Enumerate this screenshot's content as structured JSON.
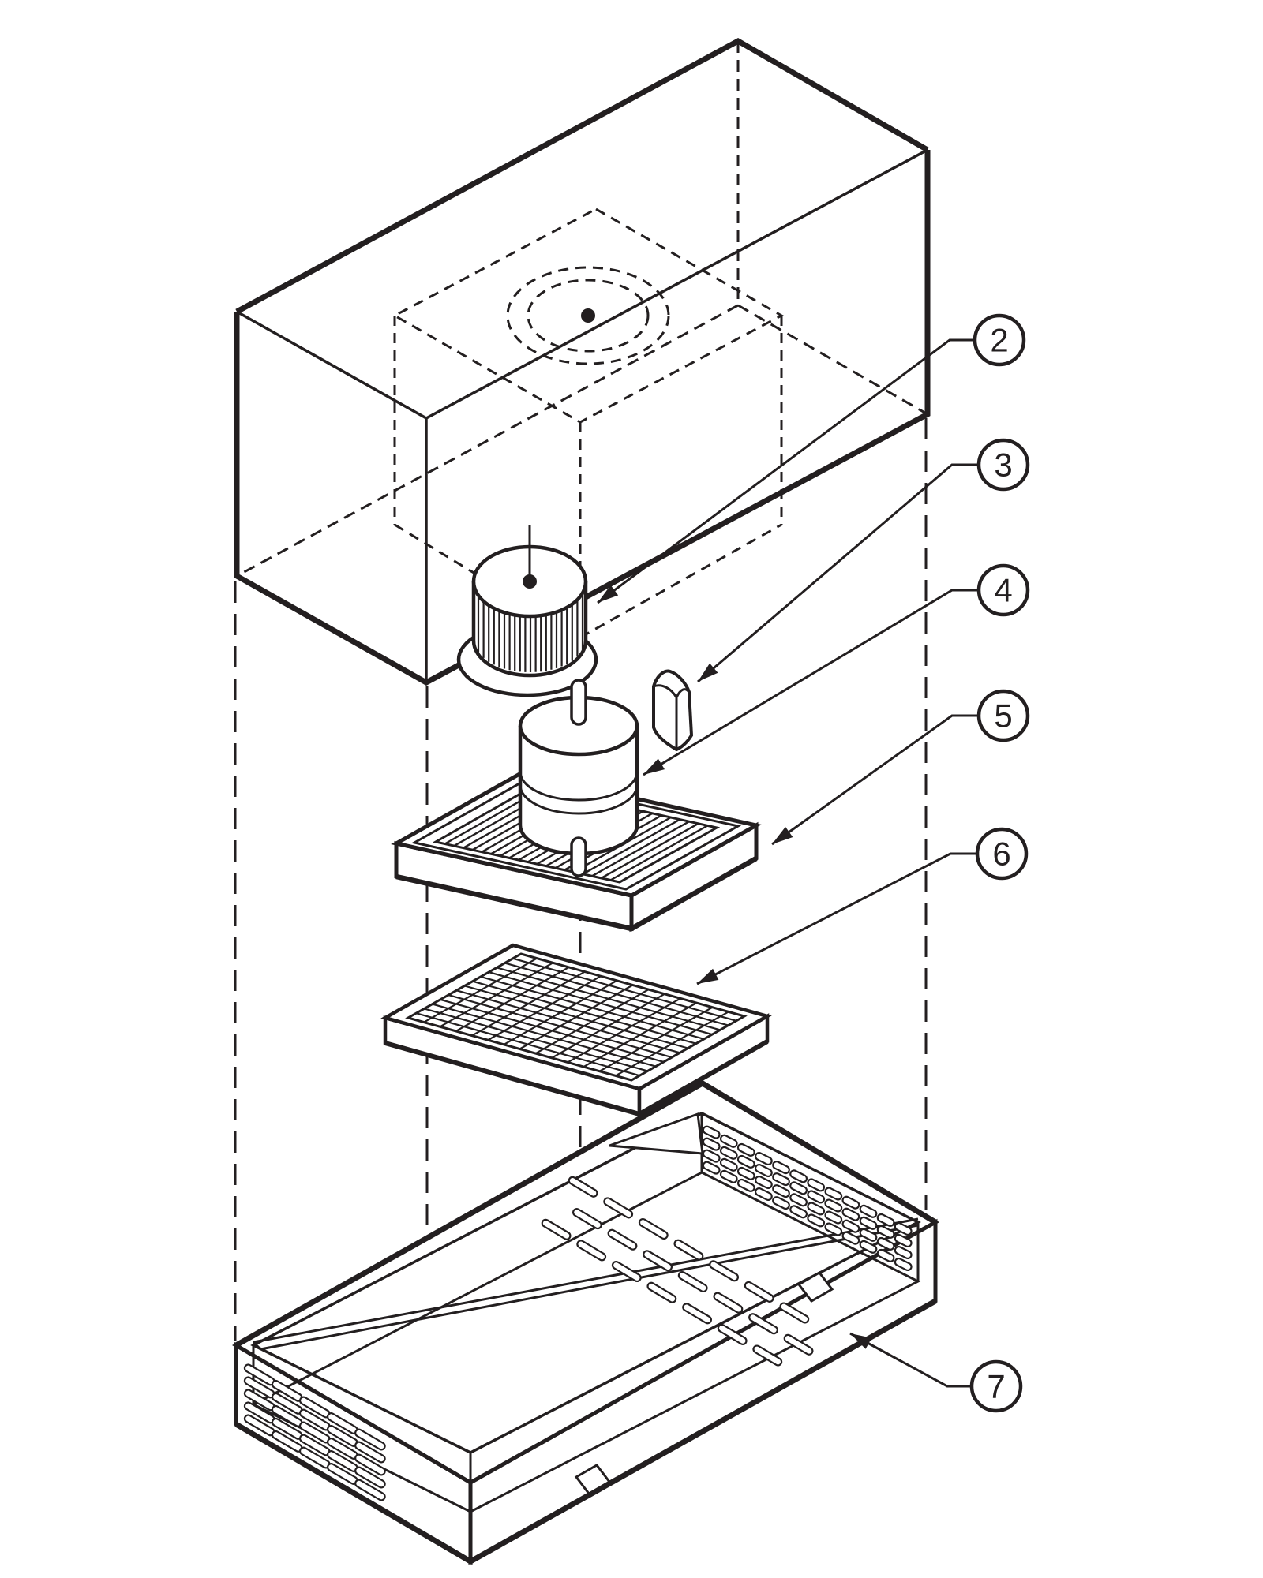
{
  "figure": {
    "kind": "exploded-parts-diagram",
    "colors": {
      "background": "#ffffff",
      "line": "#231f20"
    }
  },
  "callouts": [
    {
      "number": "2",
      "target": "blower-wheel"
    },
    {
      "number": "3",
      "target": "mounting-wedge"
    },
    {
      "number": "4",
      "target": "fan-motor"
    },
    {
      "number": "5",
      "target": "grille-filter-frame"
    },
    {
      "number": "6",
      "target": "mesh-filter"
    },
    {
      "number": "7",
      "target": "bottom-pan"
    }
  ]
}
